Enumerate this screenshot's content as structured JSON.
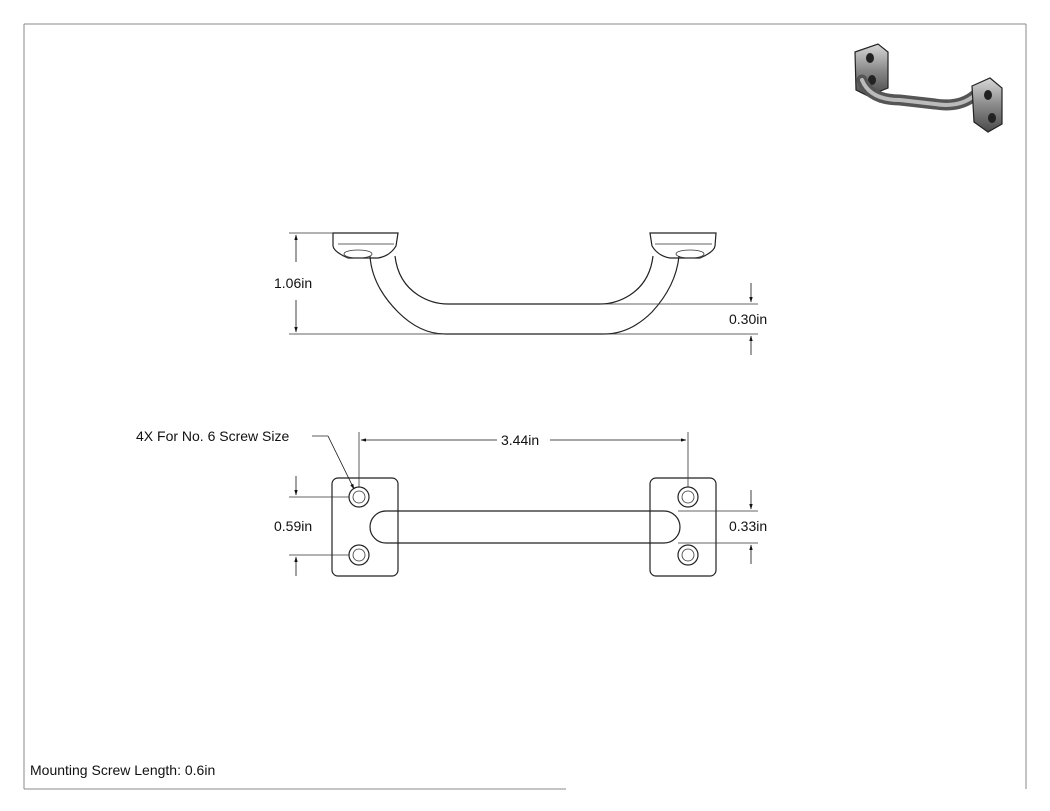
{
  "dimensions": {
    "height": "1.06in",
    "bar_offset": "0.30in",
    "hole_spacing": "3.44in",
    "plate_hole_pitch": "0.59in",
    "bar_width": "0.33in"
  },
  "notes": {
    "screw_callout": "4X For No. 6 Screw Size",
    "mounting_length": "Mounting Screw Length: 0.6in"
  }
}
